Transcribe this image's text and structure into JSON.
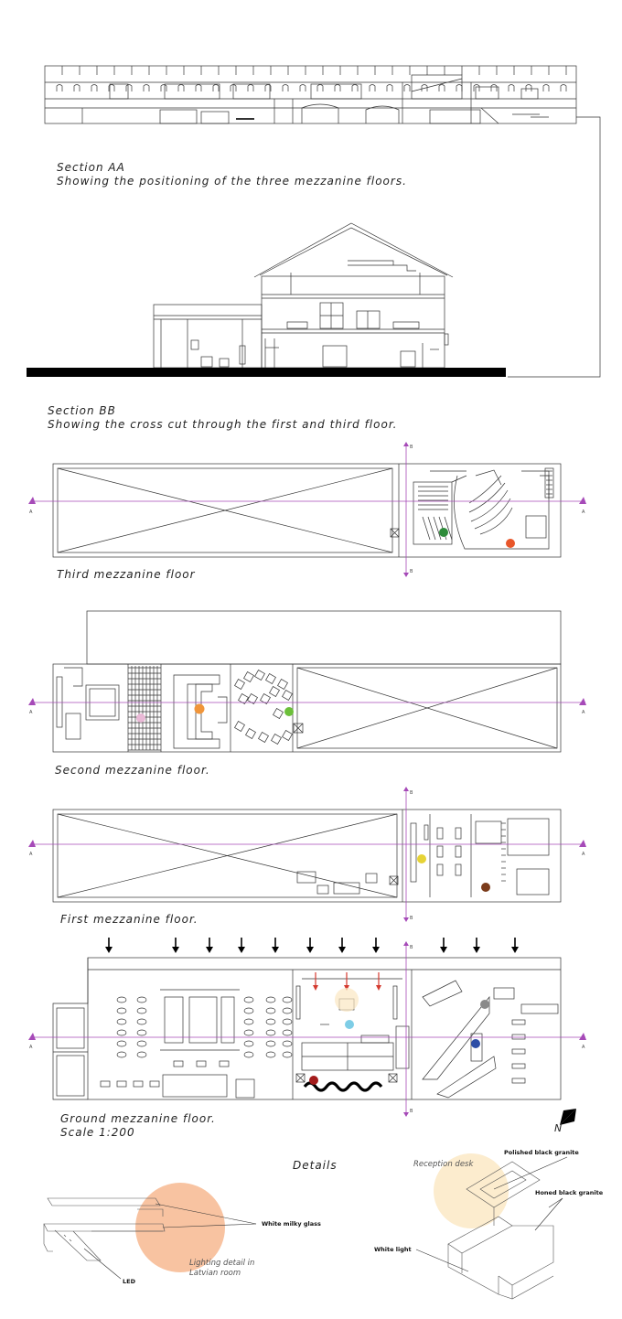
{
  "sections": {
    "section_aa": {
      "title": "Section AA",
      "description": "Showing the positioning of the three mezzanine floors."
    },
    "section_bb": {
      "title": "Section BB",
      "description": "Showing the cross cut through the first and third floor."
    }
  },
  "floors": {
    "third": {
      "caption": "Third mezzanine floor"
    },
    "second": {
      "caption": "Second mezzanine floor."
    },
    "first": {
      "caption": "First mezzanine floor."
    },
    "ground": {
      "caption": "Ground mezzanine floor.",
      "scale": "Scale 1:200"
    }
  },
  "section_markers": {
    "a": "A",
    "b": "B"
  },
  "north_label": "N",
  "details": {
    "title": "Details",
    "lighting": {
      "caption_line1": "Lighting detail in",
      "caption_line2": "Latvian room",
      "glass_label": "White milky glass",
      "led_label": "LED"
    },
    "reception": {
      "caption": "Reception desk",
      "polished_label": "Polished black granite",
      "honed_label": "Honed black granite",
      "light_label": "White light"
    }
  },
  "colors": {
    "line": "#333333",
    "section_line": "#a64ab8",
    "arrow_red": "#d43a2f",
    "dot_green": "#2e8b3a",
    "dot_orange": "#e8562a",
    "dot_pink": "#e9b9d6",
    "dot_orange_light": "#f0953a",
    "dot_lime": "#6cbf3a",
    "dot_yellow": "#e6d336",
    "dot_brown": "#7b3b1b",
    "dot_light_blue": "#7ecde6",
    "dot_dark_red": "#a31b1b",
    "dot_grey": "#8a8a8a",
    "dot_blue": "#2c4da6",
    "glow_orange": "#f6b489",
    "glow_cream": "#fbe7c2"
  }
}
